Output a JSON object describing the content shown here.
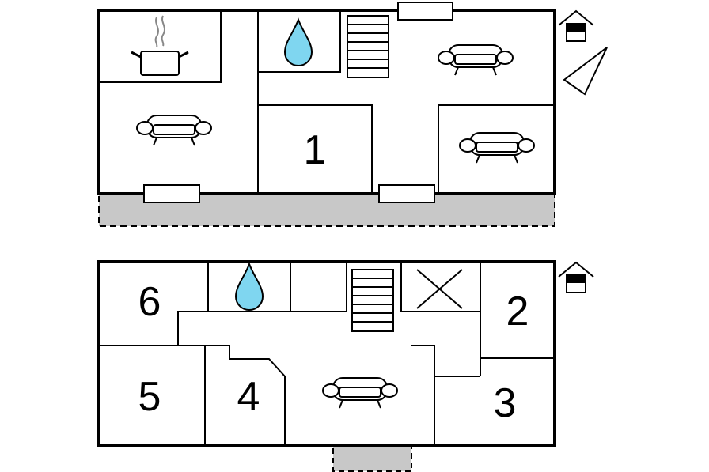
{
  "floors": [
    {
      "id": "upper",
      "rooms": [
        {
          "number": "1"
        }
      ]
    },
    {
      "id": "lower",
      "rooms": [
        {
          "number": "6"
        },
        {
          "number": "2"
        },
        {
          "number": "5"
        },
        {
          "number": "4"
        },
        {
          "number": "3"
        }
      ]
    }
  ],
  "icons": [
    "house-entrance-icon",
    "compass-north-icon",
    "kitchen-pot-icon",
    "water-drop-icon",
    "staircase-icon",
    "sofa-icon",
    "cross-void-icon"
  ],
  "colors": {
    "wall": "#000000",
    "terrace": "#c8c8c8",
    "water": "#7fd6f0",
    "background": "#ffffff"
  }
}
